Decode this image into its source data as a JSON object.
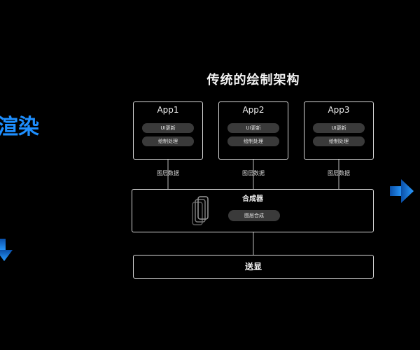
{
  "left_title_fragment": "渲染",
  "diagram": {
    "title": "传统的绘制架构",
    "apps": [
      {
        "name": "App1",
        "tasks": [
          "UI更新",
          "绘制处理"
        ],
        "edge_label": "图层数据"
      },
      {
        "name": "App2",
        "tasks": [
          "UI更新",
          "绘制处理"
        ],
        "edge_label": "图层数据"
      },
      {
        "name": "App3",
        "tasks": [
          "UI更新",
          "绘制处理"
        ],
        "edge_label": "图层数据"
      }
    ],
    "composer": {
      "name": "合成器",
      "task": "图层合成"
    },
    "display": {
      "name": "送显"
    }
  },
  "colors": {
    "background": "#000000",
    "accent_blue": "#1e8fff",
    "box_border": "#d8d8d8",
    "pill_fill": "#3a3a3a"
  },
  "icons": [
    "arrow-down-icon",
    "arrow-right-icon",
    "layers-icon"
  ]
}
